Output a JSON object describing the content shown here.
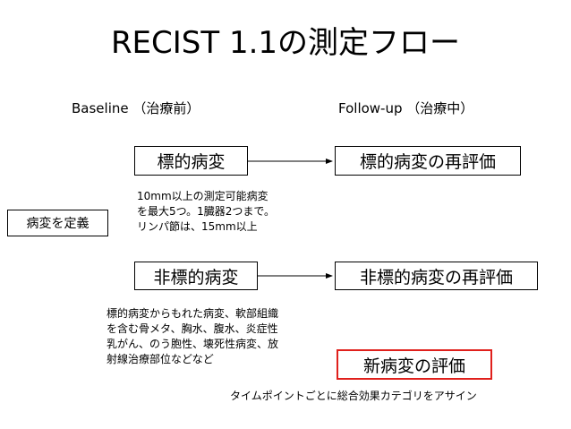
{
  "title": "RECIST 1.1の測定フロー",
  "headers": {
    "baseline": "Baseline （治療前）",
    "followup": "Follow-up （治療中）"
  },
  "boxes": {
    "define_lesions": "病変を定義",
    "target": "標的病変",
    "non_target": "非標的病変",
    "target_reeval": "標的病変の再評価",
    "non_target_reeval": "非標的病変の再評価",
    "new_lesion_eval": "新病変の評価"
  },
  "notes": {
    "target_line1": "10mm以上の測定可能病変",
    "target_line2": "を最大5つ。1臓器2つまで。",
    "target_line3": "リンパ節は、15mm以上",
    "nontarget_line1": "標的病変からもれた病変、軟部組織",
    "nontarget_line2": "を含む骨メタ、胸水、腹水、炎症性",
    "nontarget_line3": "乳がん、のう胞性、壊死性病変、放",
    "nontarget_line4": "射線治療部位などなど"
  },
  "footer": "タイムポイントごとに総合効果カテゴリをアサイン",
  "colors": {
    "text": "#000000",
    "box_border": "#000000",
    "new_lesion_border": "#e0201c",
    "arrow": "#000000"
  }
}
